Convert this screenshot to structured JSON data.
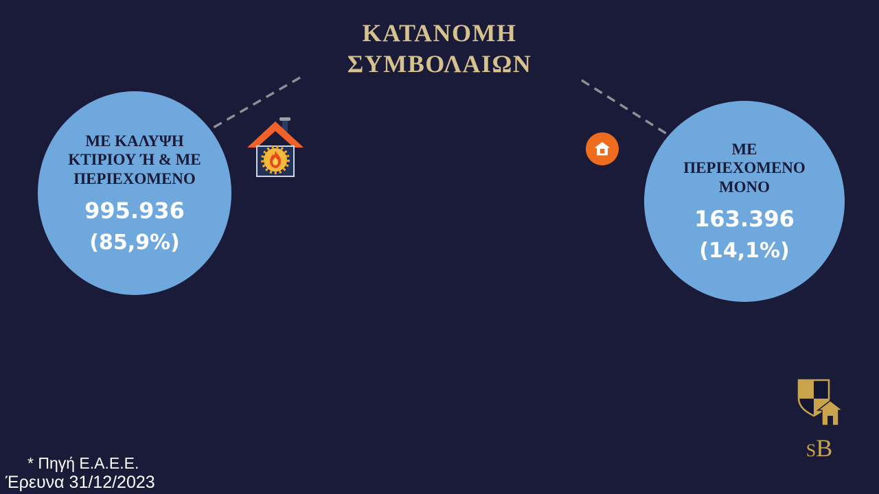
{
  "title": {
    "line1": "ΚΑΤΑΝΟΜΗ",
    "line2": "ΣΥΜΒΟΛΑΙΩΝ"
  },
  "chart_data": {
    "type": "pie",
    "title": "ΚΑΤΑΝΟΜΗ ΣΥΜΒΟΛΑΙΩΝ",
    "categories": [
      "ΜΕ ΚΑΛΥΨΗ ΚΤΙΡΙΟΥ Ή & ΜΕ ΠΕΡΙΕΧΟΜΕΝΟ",
      "ΜΕ ΠΕΡΙΕΧΟΜΕΝΟ ΜΟΝΟ"
    ],
    "values": [
      995936,
      163396
    ],
    "percentages": [
      85.9,
      14.1
    ],
    "legend_position": "none"
  },
  "bubbles": {
    "left": {
      "label": "ΜΕ ΚΑΛΥΨΗ ΚΤΙΡΙΟΥ Ή & ΜΕ ΠΕΡΙΕΧΟΜΕΝΟ",
      "value": "995.936",
      "percent": "(85,9%)"
    },
    "right": {
      "label": "ΜΕ ΠΕΡΙΕΧΟΜΕΝΟ ΜΟΝΟ",
      "value": "163.396",
      "percent": "(14,1%)"
    }
  },
  "icons": {
    "left": "burning-house-icon",
    "right": "house-circle-icon",
    "logo": "shield-house-icon"
  },
  "footer": {
    "source": "* Πηγή Ε.Α.Ε.Ε.",
    "survey": "Έρευνα 31/12/2023"
  },
  "logo": {
    "text": "SB"
  },
  "colors": {
    "background": "#1a1b38",
    "bubble": "#6fa8dc",
    "title_gold": "#d6c28e",
    "accent_orange": "#ee6c1e",
    "logo_gold": "#c9a44c",
    "connector_gray": "#8e8e99"
  }
}
